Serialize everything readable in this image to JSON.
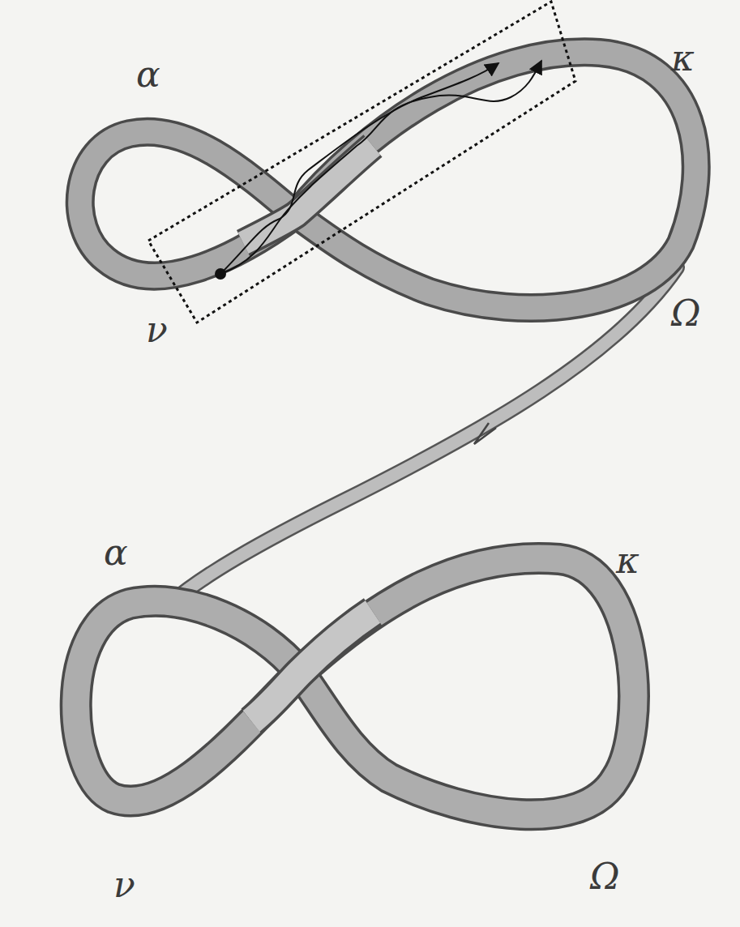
{
  "diagram": {
    "labels": [
      "α",
      "κ",
      "ν",
      "Ω",
      "α",
      "κ",
      "ν",
      "Ω"
    ]
  }
}
